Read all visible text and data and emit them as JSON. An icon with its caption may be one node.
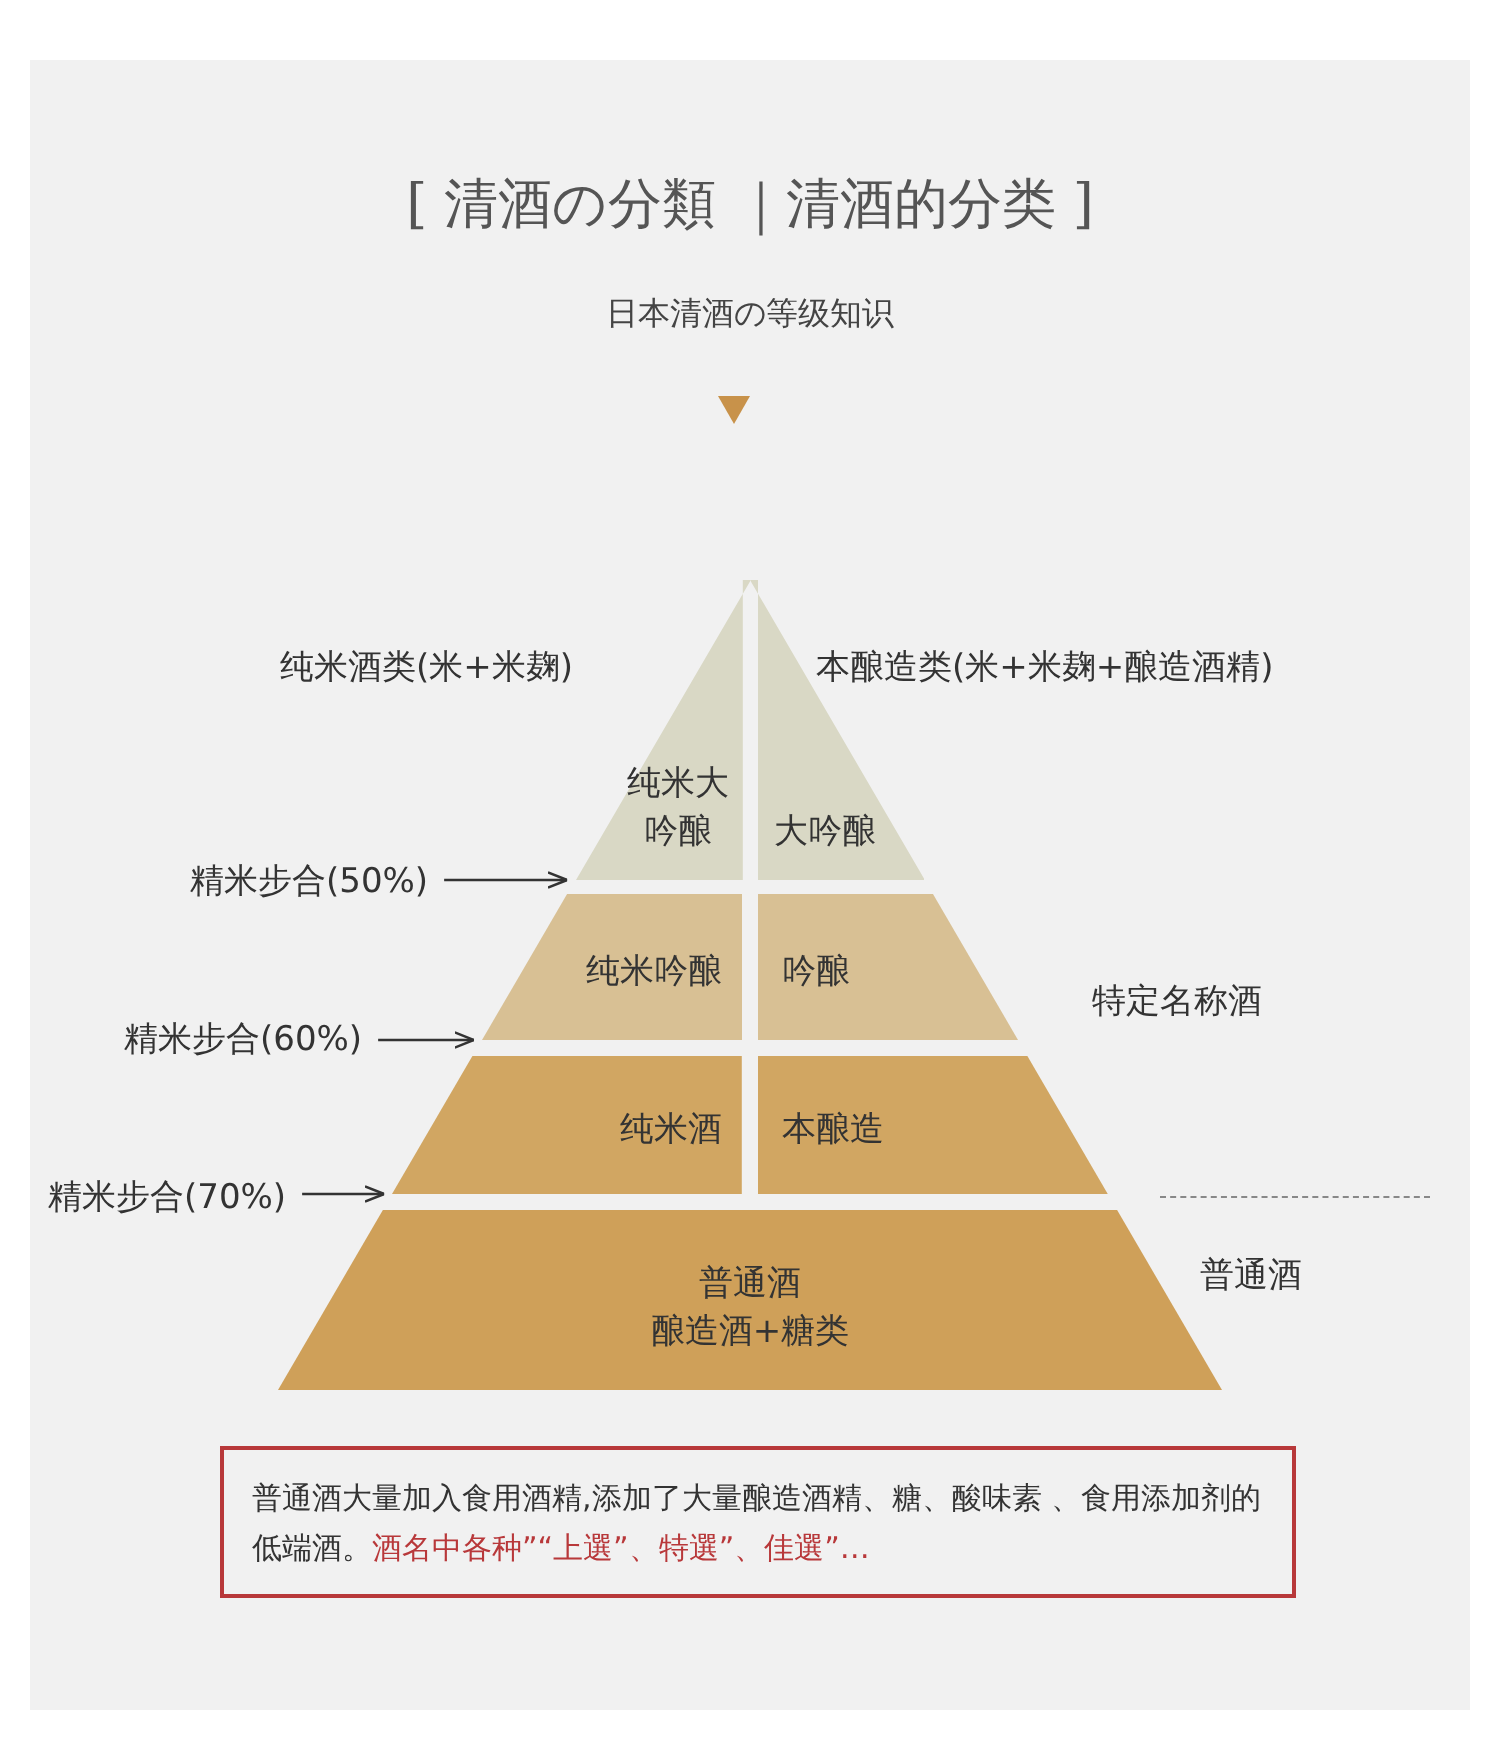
{
  "diagram": {
    "title": "[ 清酒の分類 ｜清酒的分类 ]",
    "nodes": [
      {
        "text": [
          "纯米大吟酿"
        ]
      },
      {
        "text": [
          "大吟酿"
        ]
      },
      {
        "text": [
          "纯米吟酿"
        ]
      },
      {
        "text": [
          "吟酿"
        ]
      },
      {
        "text": [
          "纯米酒"
        ]
      },
      {
        "text": [
          "本酿造"
        ]
      },
      {
        "text": [
          "普通酒",
          "酿造酒+糖类"
        ]
      },
      {
        "text": [
          "精米步合(50%)"
        ]
      },
      {
        "text": [
          "精米步合(60%)"
        ]
      },
      {
        "text": [
          "精米步合(70%)"
        ]
      },
      {
        "text": [
          "普通酒大量加入食用酒精,添加了大量酿造酒精、糖、酸味素 、食用添加剂的低端酒。",
          "酒名中各种”“上選”、特選”、佳選”…"
        ]
      }
    ],
    "edges": [
      {
        "from": 7,
        "to": 0,
        "arrow": "to"
      },
      {
        "from": 8,
        "to": 2,
        "arrow": "to"
      },
      {
        "from": 9,
        "to": 4,
        "arrow": "to"
      }
    ],
    "labels": [
      "日本清酒の等级知识",
      "纯米酒类(米+米麹)",
      "本酿造类(米+米麹+酿造酒精)",
      "特定名称酒",
      "普通酒"
    ]
  }
}
